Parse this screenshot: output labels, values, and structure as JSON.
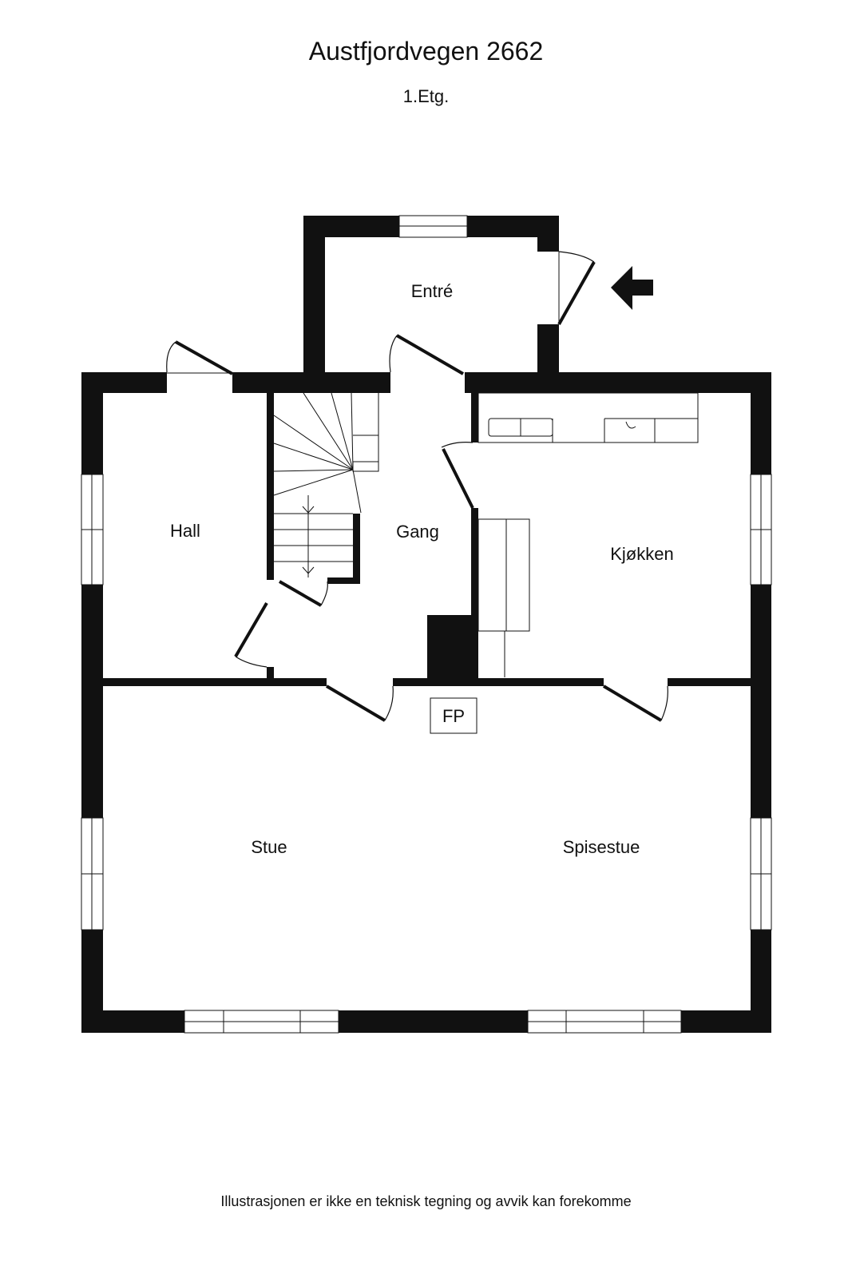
{
  "header": {
    "title": "Austfjordvegen 2662",
    "subtitle": "1.Etg."
  },
  "rooms": {
    "entre": "Entré",
    "hall": "Hall",
    "gang": "Gang",
    "kjokken": "Kjøkken",
    "stue": "Stue",
    "spisestue": "Spisestue",
    "fp": "FP"
  },
  "footer": {
    "disclaimer": "Illustrasjonen er ikke en teknisk tegning og avvik kan forekomme"
  },
  "icons": {
    "entrance": "entrance-arrow-icon",
    "stairs": "stairs-icon"
  }
}
